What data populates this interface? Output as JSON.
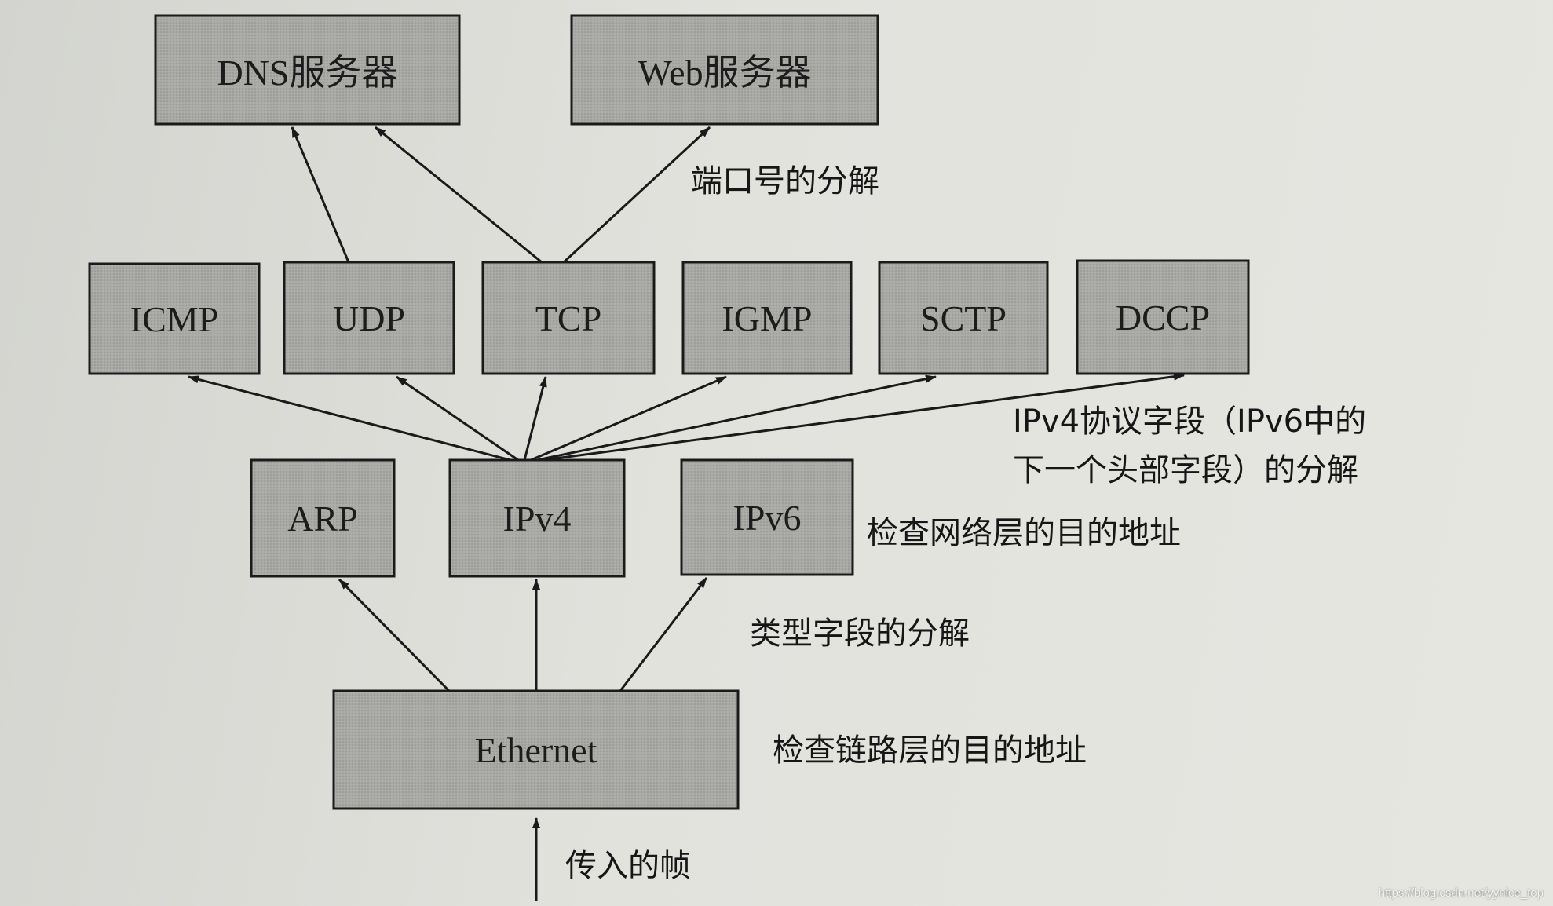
{
  "nodes": {
    "dns": "DNS服务器",
    "web": "Web服务器",
    "icmp": "ICMP",
    "udp": "UDP",
    "tcp": "TCP",
    "igmp": "IGMP",
    "sctp": "SCTP",
    "dccp": "DCCP",
    "arp": "ARP",
    "ipv4": "IPv4",
    "ipv6": "IPv6",
    "ethernet": "Ethernet"
  },
  "annotations": {
    "port_demux": "端口号的分解",
    "protocol_field_line1": "IPv4协议字段（IPv6中的",
    "protocol_field_line2": "下一个头部字段）的分解",
    "check_network_dest": "检查网络层的目的地址",
    "type_field_demux": "类型字段的分解",
    "check_link_dest": "检查链路层的目的地址",
    "incoming_frame": "传入的帧"
  },
  "watermark": "https://blog.csdn.net/yynice_top",
  "colors": {
    "box_fill": "#a8a8a4",
    "box_fill_light": "#bcbcb8",
    "stroke": "#1a1a1a"
  }
}
